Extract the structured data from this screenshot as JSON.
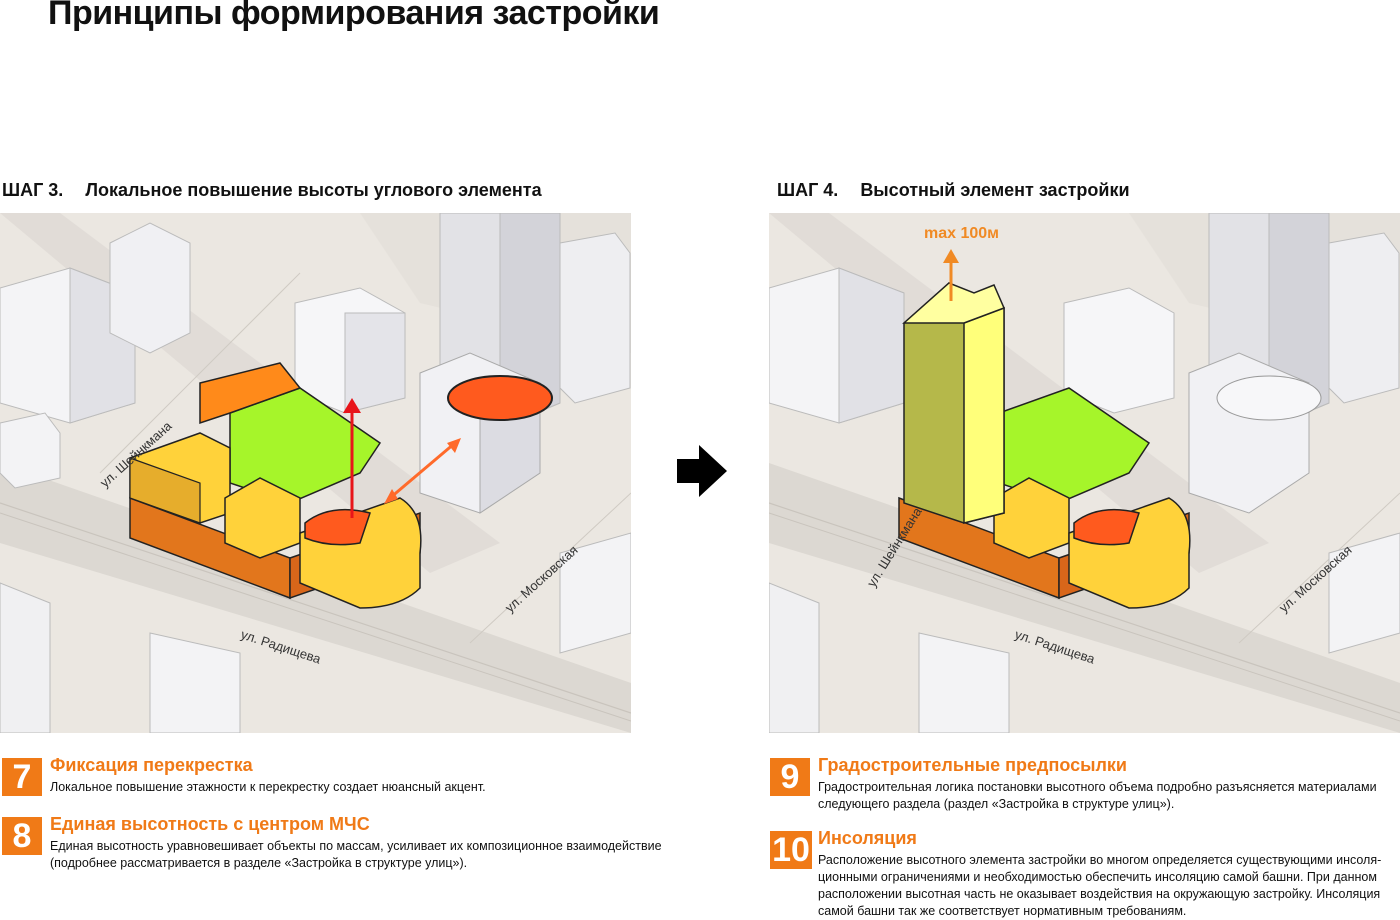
{
  "page_title": "Принципы формирования застройки",
  "steps": [
    {
      "num": "ШАГ 3.",
      "title": "Локальное повышение высоты углового элемента",
      "streets": {
        "s1": "ул. Шейнкмана",
        "s2": "ул. Радищева",
        "s3": "ул. Московская"
      }
    },
    {
      "num": "ШАГ 4.",
      "title": "Высотный элемент застройки",
      "max_label": "max 100м",
      "streets": {
        "s1": "ул. Шейнкмана",
        "s2": "ул. Радищева",
        "s3": "ул. Московская"
      }
    }
  ],
  "items": [
    {
      "number": "7",
      "heading": "Фиксация перекрестка",
      "text": "Локальное повышение этажности к перекрестку создает нюансный акцент."
    },
    {
      "number": "8",
      "heading": "Единая высотность с центром МЧС",
      "text": "Единая высотность уравновешивает объекты по массам, усиливает их композиционное взаимодействие (подробнее рассматривается в разделе «Застройка в структуре улиц»)."
    },
    {
      "number": "9",
      "heading": "Градостроительные предпосылки",
      "text": "Градостроительная логика постановки высотного объема подробно разъясняется материалами следующего раздела (раздел «Застройка в структуре улиц»)."
    },
    {
      "number": "10",
      "heading": "Инсоляция",
      "text": "Расположение высотного элемента застройки во многом определяется существующими инсоля-ционными ограничениями и необходимостью обеспечить инсоляцию самой башни. При данном расположении высотная часть не оказывает воздействия на окружающую застройку. Инсоляция самой башни так же соответствует нормативным требованиям."
    }
  ],
  "colors": {
    "accent": "#f07a17",
    "yellow": "#ffd93a",
    "orange": "#ff8a1a",
    "lime": "#a6f52a",
    "red": "#e8141a"
  }
}
